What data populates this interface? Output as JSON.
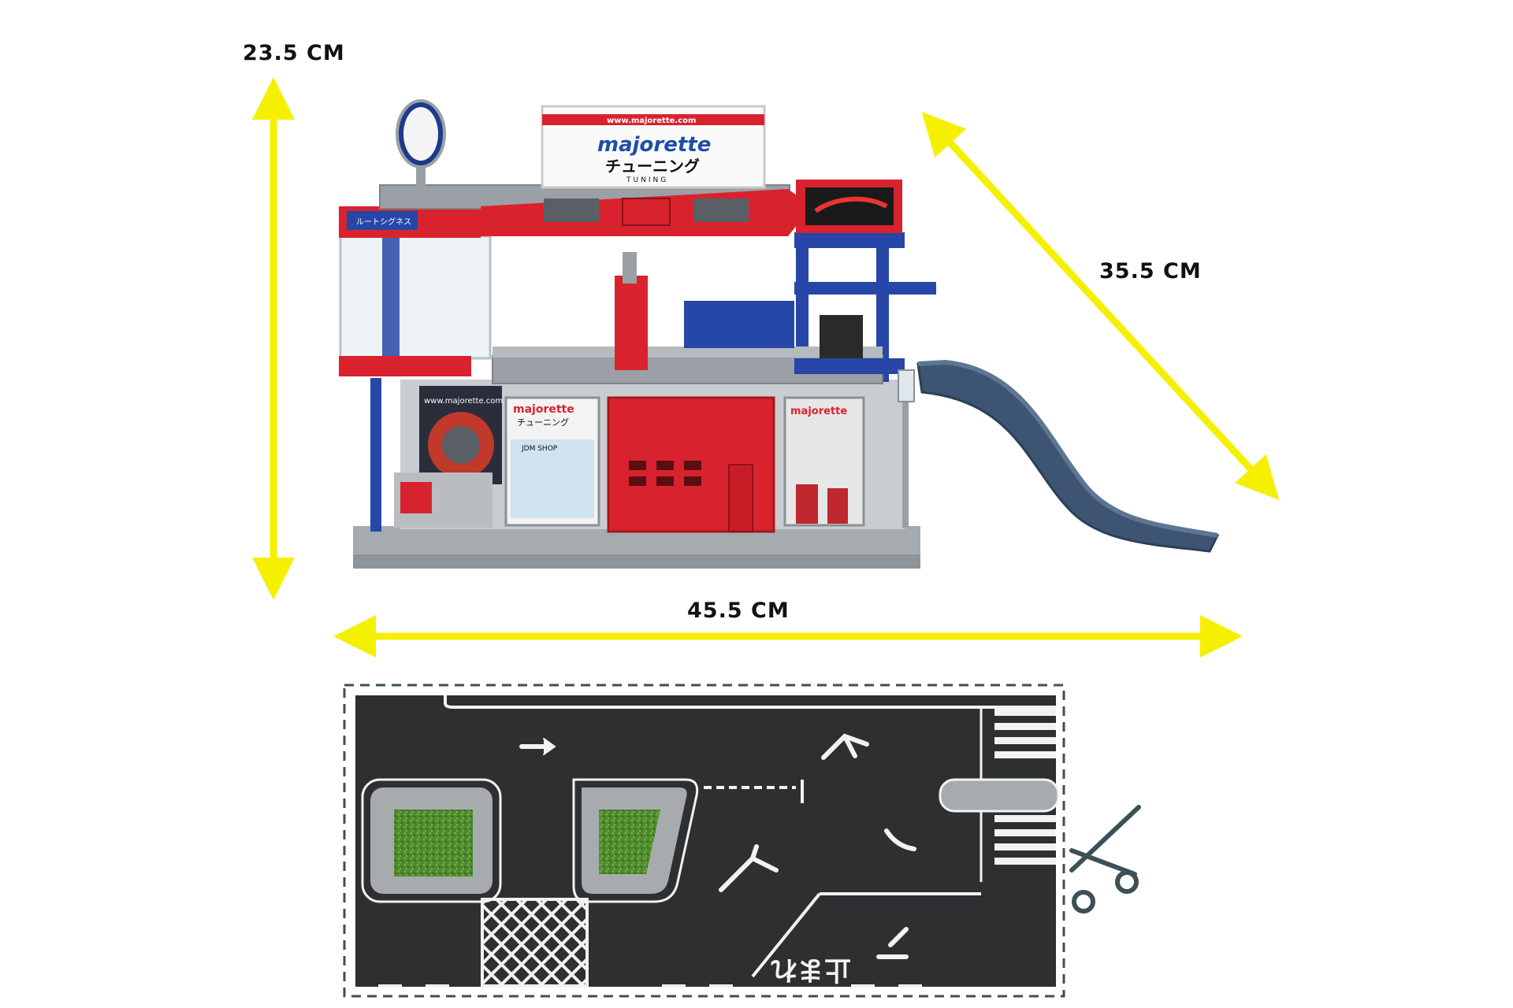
{
  "dimensions": {
    "height": "23.5 CM",
    "depth": "35.5 CM",
    "width": "45.5 CM"
  },
  "playset": {
    "billboard_url": "www.majorette.com",
    "brand": "majorette",
    "brand_jp": "チューニング",
    "brand_sub": "TUNING",
    "sign_blue": "ルートシグネス",
    "shop_sign": "majorette",
    "shop_sign_jp": "チューニング",
    "poster_url": "www.majorette.com",
    "shop_label": "JDM SHOP"
  },
  "play_mat": {
    "road_text": "止まれ"
  },
  "colors": {
    "arrow_yellow": "#f5f000",
    "playset_red": "#d8232e",
    "playset_blue": "#2646a8",
    "playset_grey": "#9aa0a6",
    "ramp_navy": "#3d5573",
    "asphalt": "#2e2f31",
    "grass": "#4e8a2e",
    "cut_line": "#3d4f57"
  },
  "icons": [
    "scissors-icon",
    "double-arrow-icon"
  ]
}
